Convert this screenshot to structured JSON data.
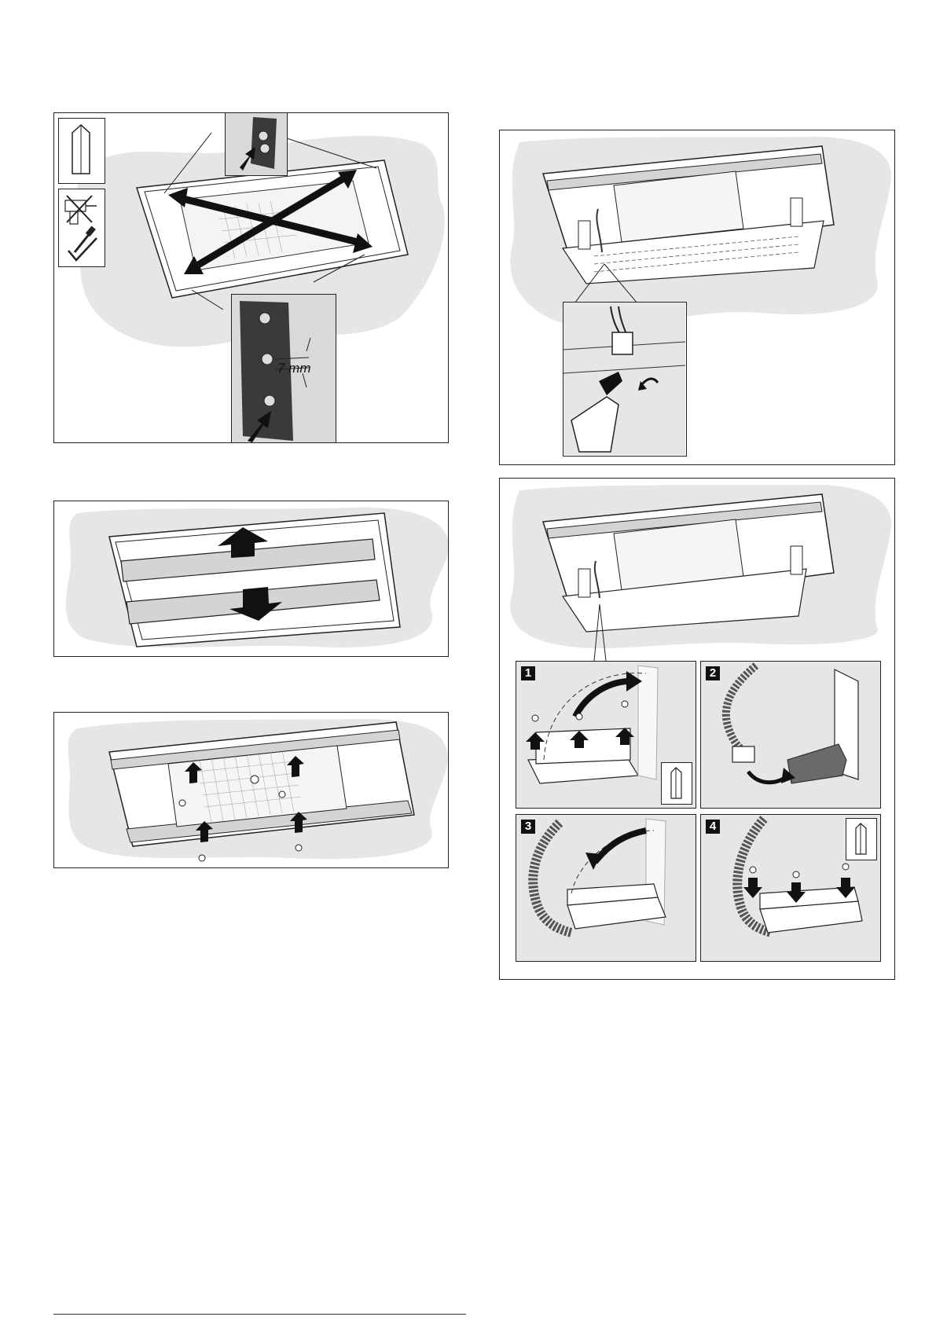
{
  "figures": {
    "fig_top_left": {
      "measurement_label": "7 mm"
    },
    "fig_right_bottom": {
      "steps": [
        {
          "number": "1"
        },
        {
          "number": "2"
        },
        {
          "number": "3"
        },
        {
          "number": "4"
        }
      ]
    }
  },
  "icons": {
    "allen_key": "allen-key-icon",
    "no_power_drill": "no-power-drill-icon",
    "screwdriver_ok": "screwdriver-check-icon"
  },
  "colors": {
    "surface_grey": "#e6e6e6",
    "line": "#222222",
    "arrow": "#111111",
    "dark_part": "#3a3a3a"
  }
}
